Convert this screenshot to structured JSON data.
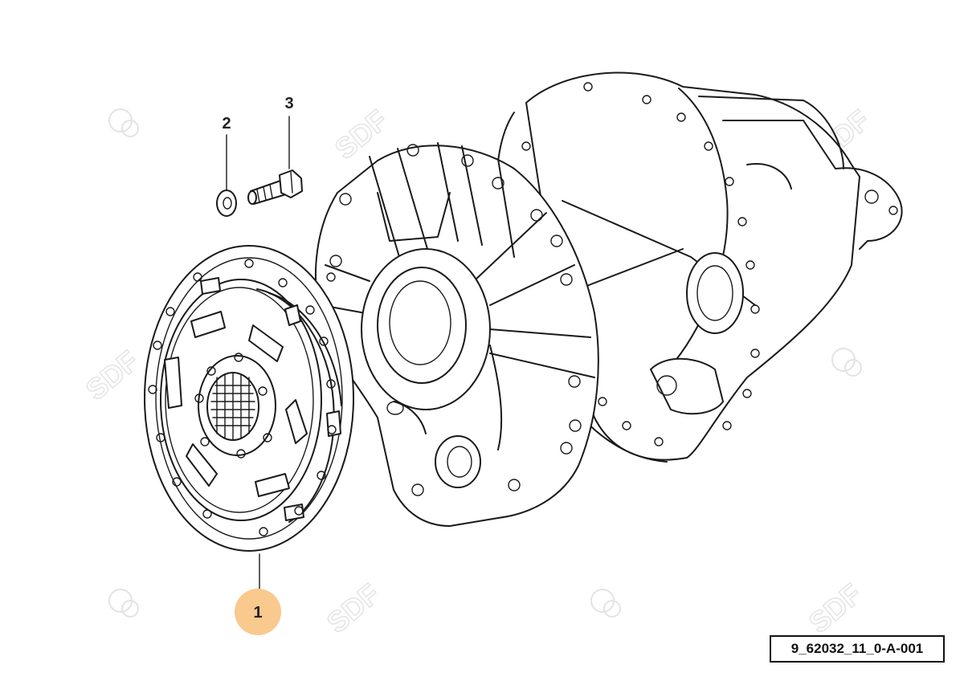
{
  "callouts": {
    "c1": "1",
    "c2": "2",
    "c3": "3"
  },
  "reference_code": "9_62032_11_0-A-001",
  "watermark": "SDF",
  "colors": {
    "highlight": "#f9c98e",
    "line": "#1a1a1a",
    "watermark": "#e3e3e3"
  }
}
